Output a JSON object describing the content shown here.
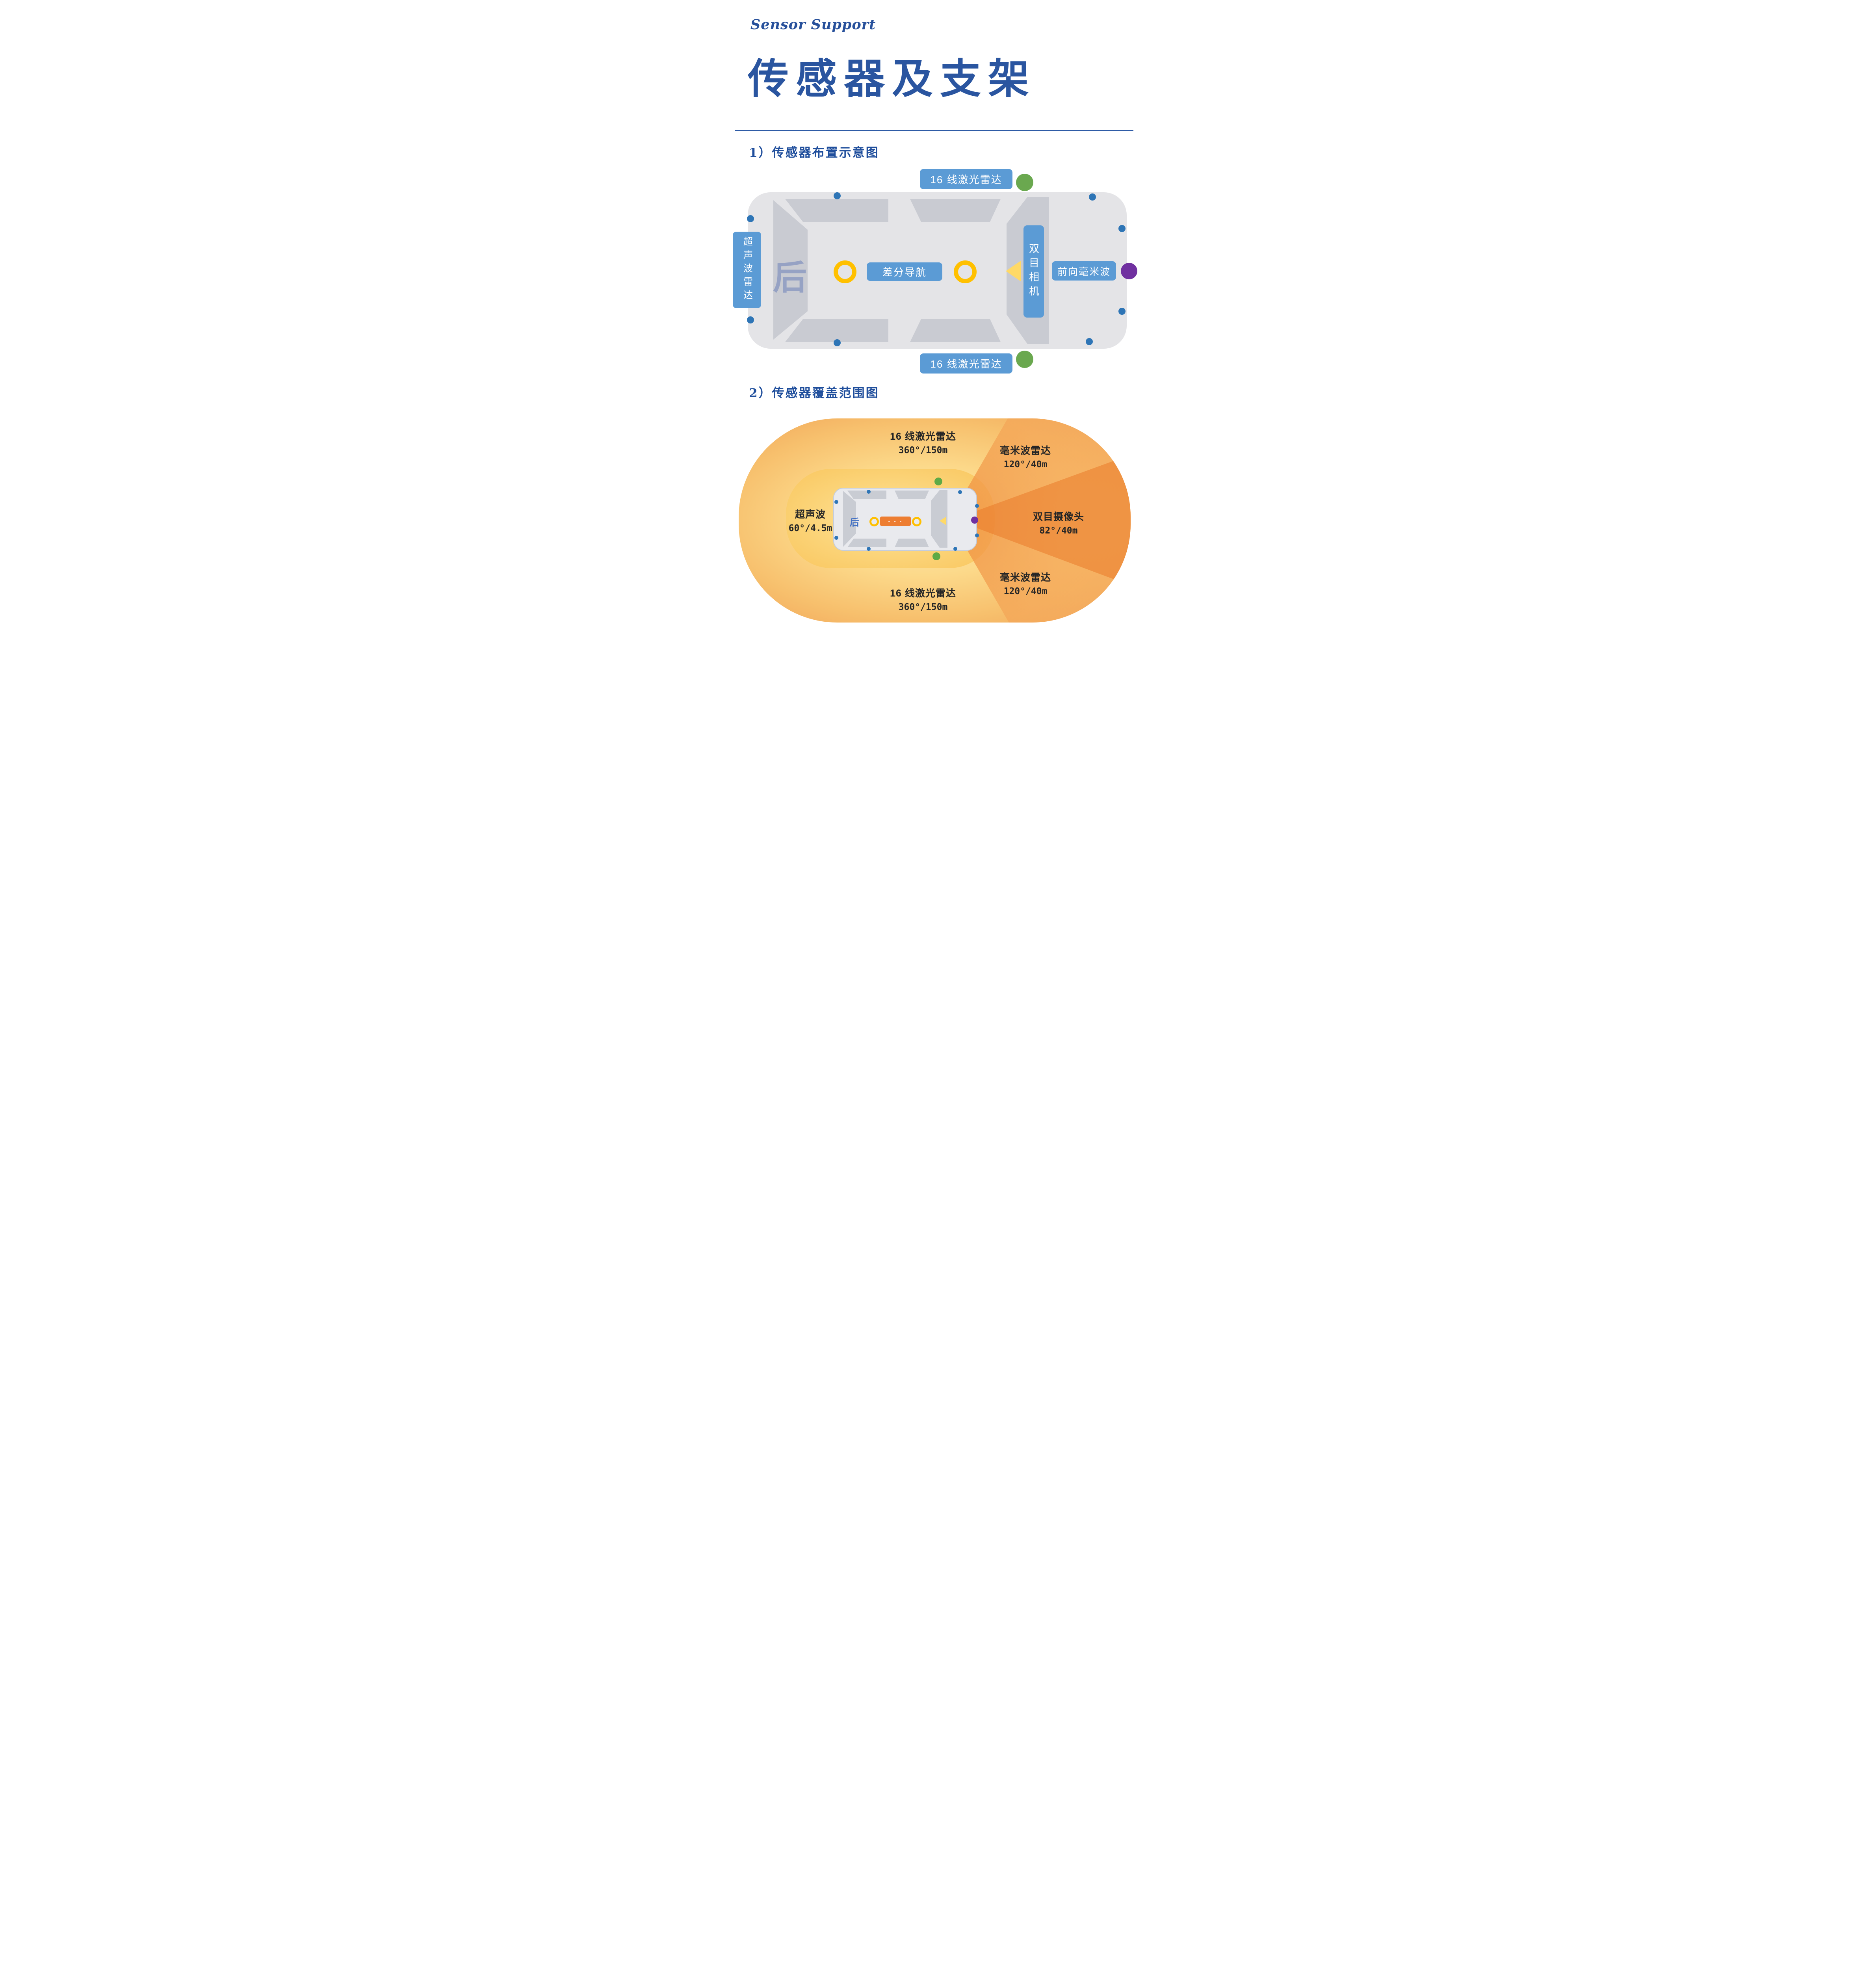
{
  "header": {
    "brand": "Sensor Support",
    "title": "传感器及支架"
  },
  "sections": {
    "s1": "1）传感器布置示意图",
    "s2": "2）传感器覆盖范围图"
  },
  "layout_diagram": {
    "lidar_top": "16 线激光雷达",
    "lidar_bottom": "16 线激光雷达",
    "ultrasonic": "超声波雷达",
    "rear_mark": "后",
    "diff_nav": "差分导航",
    "stereo_camera": "双目相机",
    "front_mmwave": "前向毫米波"
  },
  "coverage_diagram": {
    "lidar_top": {
      "name": "16 线激光雷达",
      "spec": "360°/150m"
    },
    "mmwave_top": {
      "name": "毫米波雷达",
      "spec": "120°/40m"
    },
    "ultrasonic": {
      "name": "超声波",
      "spec": "60°/4.5m"
    },
    "stereo_camera": {
      "name": "双目摄像头",
      "spec": "82°/40m"
    },
    "mmwave_bottom": {
      "name": "毫米波雷达",
      "spec": "120°/40m"
    },
    "lidar_bottom": {
      "name": "16 线激光雷达",
      "spec": "360°/150m"
    },
    "rear_mark": "后",
    "car_dashes": "- - -"
  },
  "colors": {
    "brand_blue": "#27509b",
    "label_blue": "#5b9bd5",
    "sensor_dot_blue": "#2e75b6",
    "lidar_green": "#6aa84f",
    "camera_purple": "#7030a0",
    "ring_yellow": "#ffc000",
    "triangle_yellow": "#ffd966",
    "coverage_orange": "#f0a055",
    "coverage_yellow": "#fbd275",
    "mini_body_orange": "#ed7d31"
  }
}
